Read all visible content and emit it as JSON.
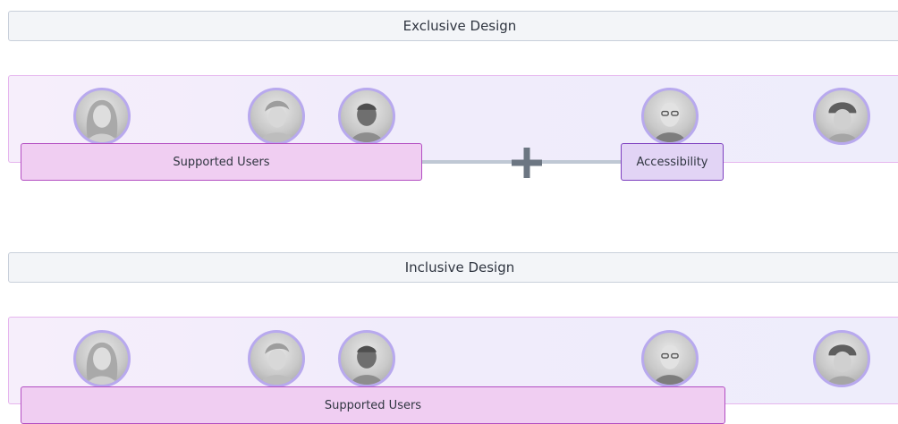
{
  "exclusive": {
    "title": "Exclusive Design",
    "supported_label": "Supported Users",
    "accessibility_label": "Accessibility",
    "avatars": [
      "woman-long-hair",
      "man-swept-hair",
      "man-short-hair",
      "man-glasses",
      "man-cap"
    ]
  },
  "inclusive": {
    "title": "Inclusive Design",
    "supported_label": "Supported Users",
    "avatars": [
      "woman-long-hair",
      "man-swept-hair",
      "man-short-hair",
      "man-glasses",
      "man-cap"
    ]
  },
  "colors": {
    "band_border": "#e6b6ee",
    "users_fill": "#f0cef2",
    "users_border": "#b34ec2",
    "access_fill": "#e2d4f5",
    "access_border": "#7d3fbf",
    "avatar_ring": "#b8a9ee",
    "connector": "#bfc8d4",
    "plus": "#6c7682"
  },
  "icons": {
    "plus": "plus-icon"
  }
}
